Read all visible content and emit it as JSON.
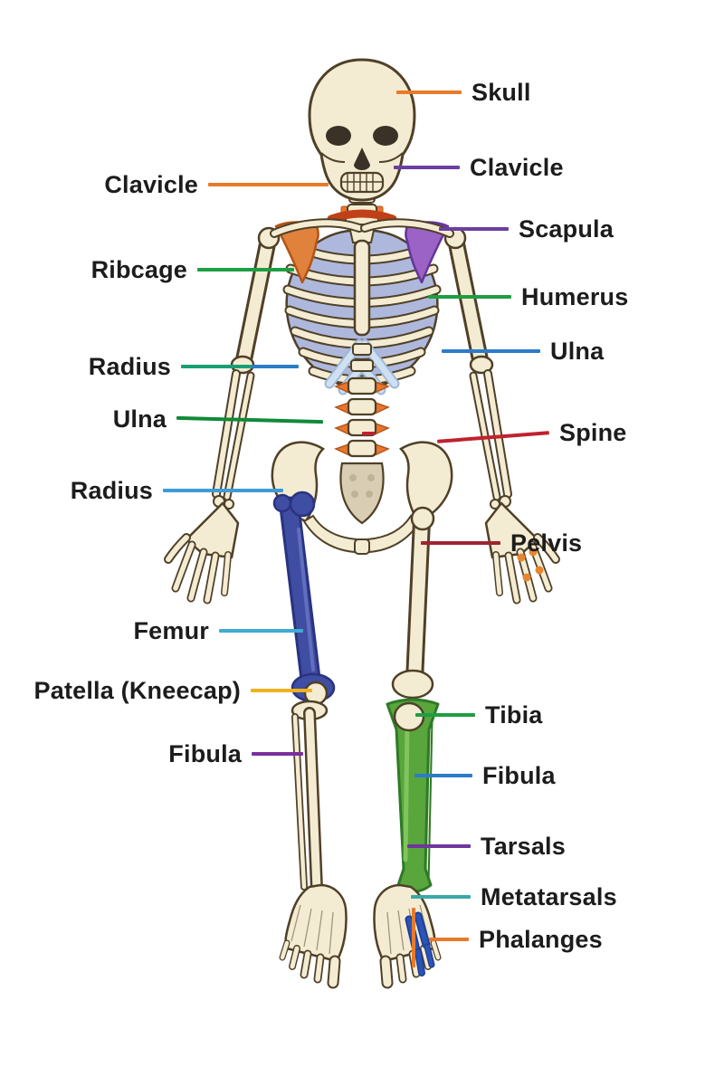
{
  "figure": {
    "description": "Front-view human skeleton diagram with labeled bones"
  },
  "colors": {
    "background": "#FFFFFF",
    "text": "#1C1C1C",
    "outline": "#4F4028",
    "bone": "#F4ECD2",
    "socket": "#3A3226",
    "ribs_bg": "#AEB8DC",
    "cartilage": "#CFE0F2",
    "cartilage_edge": "#9FB8D8",
    "scapula_left": "#E0813C",
    "scapula_left_edge": "#B35415",
    "scapula_right": "#9C63C6",
    "scapula_right_edge": "#63359C",
    "first_rib": "#C04018",
    "lumbar": "#E8762C",
    "lumbar_edge": "#B4551A",
    "femur_left": "#3F4DA2",
    "femur_left_edge": "#2A3380",
    "femur_left_hi": "#6572C2",
    "tibia_right": "#58A63C",
    "tibia_right_edge": "#2E7A28",
    "tibia_right_hi": "#86C861",
    "fibula_right_fill": "#E9EFD2",
    "phalanges_blue": "#2D54B4",
    "phalanges_blue_edge": "#1C3E96",
    "sacrum": "#D9CEB4",
    "sacrum_hole": "#BFB296",
    "joint_orange": "#E8862F"
  },
  "labels": [
    {
      "id": "skull",
      "text": "Skull",
      "side": "right",
      "line_color": "#E87A2B"
    },
    {
      "id": "clavicle-right",
      "text": "Clavicle",
      "side": "right",
      "line_color": "#6B3FA0"
    },
    {
      "id": "scapula",
      "text": "Scapula",
      "side": "right",
      "line_color": "#6B3FA0"
    },
    {
      "id": "humerus",
      "text": "Humerus",
      "side": "right",
      "line_color": "#1E9E42"
    },
    {
      "id": "ulna-right",
      "text": "Ulna",
      "side": "right",
      "line_color": "#2C7BC8"
    },
    {
      "id": "spine",
      "text": "Spine",
      "side": "right",
      "line_color": "#C1212E"
    },
    {
      "id": "pelvis",
      "text": "Pelvis",
      "side": "right",
      "line_color": "#A02430"
    },
    {
      "id": "tibia",
      "text": "Tibia",
      "side": "right",
      "line_color": "#1E9E42"
    },
    {
      "id": "fibula-right",
      "text": "Fibula",
      "side": "right",
      "line_color": "#2C7BC8"
    },
    {
      "id": "tarsals",
      "text": "Tarsals",
      "side": "right",
      "line_color": "#71359E"
    },
    {
      "id": "metatarsals",
      "text": "Metatarsals",
      "side": "right",
      "line_color": "#3AA8A8"
    },
    {
      "id": "phalanges",
      "text": "Phalanges",
      "side": "right",
      "line_color": "#E87A2B"
    },
    {
      "id": "clavicle-left",
      "text": "Clavicle",
      "side": "left",
      "line_color": "#E87A2B"
    },
    {
      "id": "ribcage",
      "text": "Ribcage",
      "side": "left",
      "line_color": "#1E9E42"
    },
    {
      "id": "radius-upper",
      "text": "Radius",
      "side": "left",
      "line_color": "#17A074",
      "line_color2": "#2C7BC8"
    },
    {
      "id": "ulna-left",
      "text": "Ulna",
      "side": "left",
      "line_color": "#108A38"
    },
    {
      "id": "radius-lower",
      "text": "Radius",
      "side": "left",
      "line_color": "#3E9BD6"
    },
    {
      "id": "femur",
      "text": "Femur",
      "side": "left",
      "line_color": "#3FAAD6"
    },
    {
      "id": "patella",
      "text": "Patella (Kneecap)",
      "side": "left",
      "line_color": "#EFB21F"
    },
    {
      "id": "fibula-left",
      "text": "Fibula",
      "side": "left",
      "line_color": "#7C2E9E"
    }
  ]
}
